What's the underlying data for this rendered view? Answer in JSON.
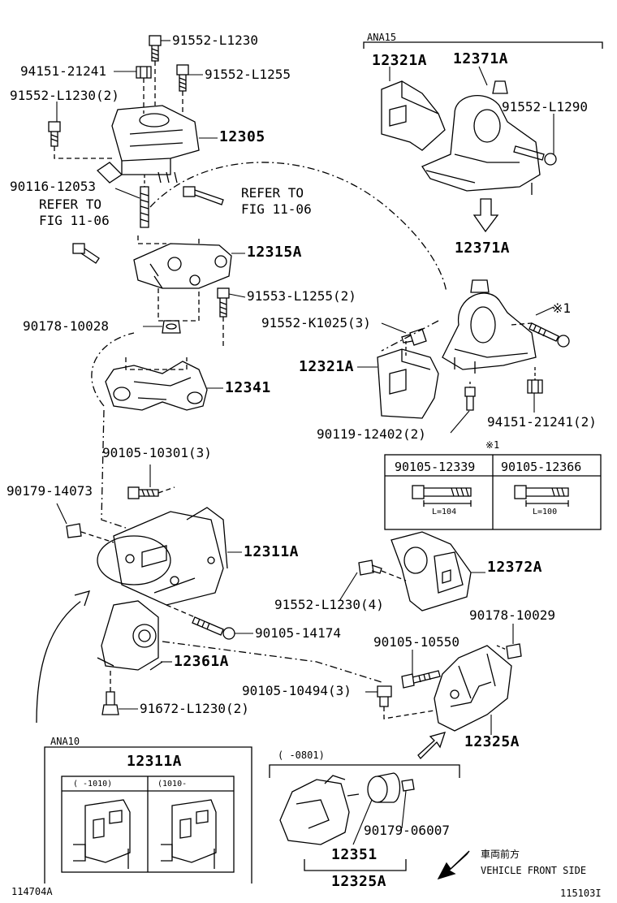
{
  "labels": {
    "anaTop": "ANA15",
    "p_91552_L1230": "91552-L1230",
    "p_94151_21241": "94151-21241",
    "p_91552_L1255": "91552-L1255",
    "p_91552_L1230_2": "91552-L1230(2)",
    "p_12305": "12305",
    "p_90116_12053": "90116-12053",
    "refer1a": "REFER TO",
    "refer1b": "FIG 11-06",
    "refer2a": "REFER TO",
    "refer2b": "FIG 11-06",
    "p_12315A": "12315A",
    "p_91553_L1255_2": "91553-L1255(2)",
    "p_90178_10028": "90178-10028",
    "p_12341": "12341",
    "p_90105_10301_3": "90105-10301(3)",
    "p_90179_14073": "90179-14073",
    "p_12311A": "12311A",
    "p_90105_14174": "90105-14174",
    "p_12361A": "12361A",
    "p_91672_L1230_2": "91672-L1230(2)",
    "p_12321A_top": "12321A",
    "p_12371A_top": "12371A",
    "p_91552_L1290": "91552-L1290",
    "p_12371A": "12371A",
    "note1": "※1",
    "p_91552_K1025_3": "91552-K1025(3)",
    "p_12321A": "12321A",
    "p_90119_12402_2": "90119-12402(2)",
    "p_94151_21241_2": "94151-21241(2)",
    "note1b": "※1",
    "tbl_left": "90105-12339",
    "tbl_right": "90105-12366",
    "len_left": "L=104",
    "len_right": "L=100",
    "p_12372A": "12372A",
    "p_91552_L1230_4": "91552-L1230(4)",
    "p_90178_10029": "90178-10029",
    "p_90105_10550": "90105-10550",
    "p_90105_10494_3": "90105-10494(3)",
    "p_12325A": "12325A",
    "anaBot": "ANA10",
    "p_12311A_box": "12311A",
    "col1": "(   -1010)",
    "col2": "(1010-   ",
    "range0801": "(    -0801)",
    "p_90179_06007": "90179-06007",
    "p_12351": "12351",
    "p_12325A_box": "12325A",
    "front_jp": "車両前方",
    "front_en": "VEHICLE FRONT SIDE",
    "fig_left": "114704A",
    "fig_right": "115103I"
  }
}
